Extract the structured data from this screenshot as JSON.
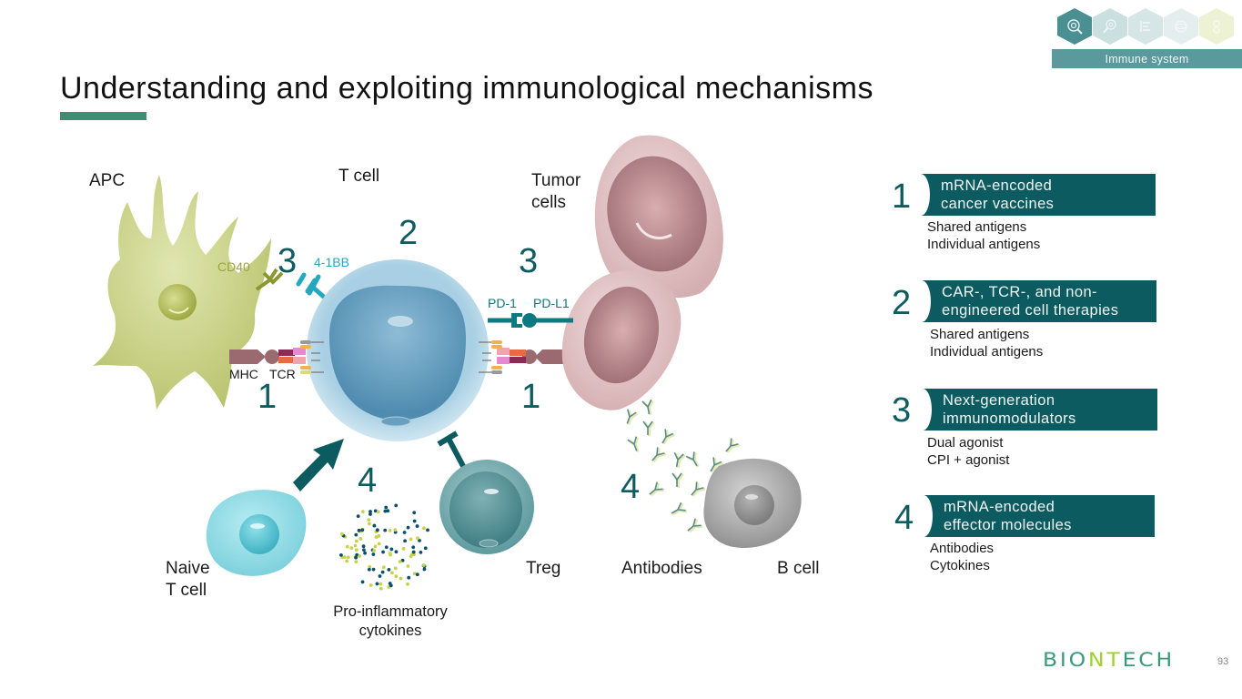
{
  "header": {
    "title": "Understanding and exploiting immunological mechanisms",
    "accent_color": "#3d8f73"
  },
  "section_nav": {
    "active_label": "Immune system",
    "icons": [
      {
        "name": "immune-system-icon",
        "active": true,
        "color": "#4a8f92"
      },
      {
        "name": "target-search-icon",
        "active": false,
        "color": "#c9dfe0"
      },
      {
        "name": "list-icon",
        "active": false,
        "color": "#d6e6e6"
      },
      {
        "name": "globe-icon",
        "active": false,
        "color": "#e4eeee"
      },
      {
        "name": "molecule-icon",
        "active": false,
        "color": "#eef2d4"
      }
    ]
  },
  "diagram": {
    "labels": {
      "apc": "APC",
      "t_cell": "T cell",
      "tumor_cells": "Tumor\ncells",
      "cd40": "CD40",
      "four_one_bb": "4-1BB",
      "pd1": "PD-1",
      "pdl1": "PD-L1",
      "mhc": "MHC",
      "tcr": "TCR",
      "naive_t_cell": "Naive\nT cell",
      "pro_inflammatory_cytokines": "Pro-inflammatory\ncytokines",
      "treg": "Treg",
      "antibodies": "Antibodies",
      "b_cell": "B cell"
    },
    "numbers": {
      "tcell_top": "2",
      "cd40_3": "3",
      "pd1_3": "3",
      "mhc_left_1": "1",
      "mhc_right_1": "1",
      "cytokines_4": "4",
      "antibodies_4": "4"
    },
    "colors": {
      "apc": "#c3cc7e",
      "t_cell": "#8fbcd6",
      "tumor": "#d3a8ab",
      "naive": "#7fd3dd",
      "treg": "#5e9a9e",
      "b_cell": "#9a9a9a",
      "teal_dark": "#0e5c60",
      "cyan": "#25a8bd"
    }
  },
  "approaches": [
    {
      "number": "1",
      "title": "mRNA-encoded\ncancer vaccines",
      "items": [
        "Shared antigens",
        "Individual antigens"
      ]
    },
    {
      "number": "2",
      "title": "CAR-, TCR-, and non-\nengineered cell therapies",
      "items": [
        "Shared antigens",
        "Individual antigens"
      ]
    },
    {
      "number": "3",
      "title": "Next-generation\nimmunomodulators",
      "items": [
        "Dual agonist",
        "CPI + agonist"
      ]
    },
    {
      "number": "4",
      "title": "mRNA-encoded\neffector molecules",
      "items": [
        "Antibodies",
        "Cytokines"
      ]
    }
  ],
  "footer": {
    "logo_text": "BIONTECH",
    "page_number": "93"
  }
}
